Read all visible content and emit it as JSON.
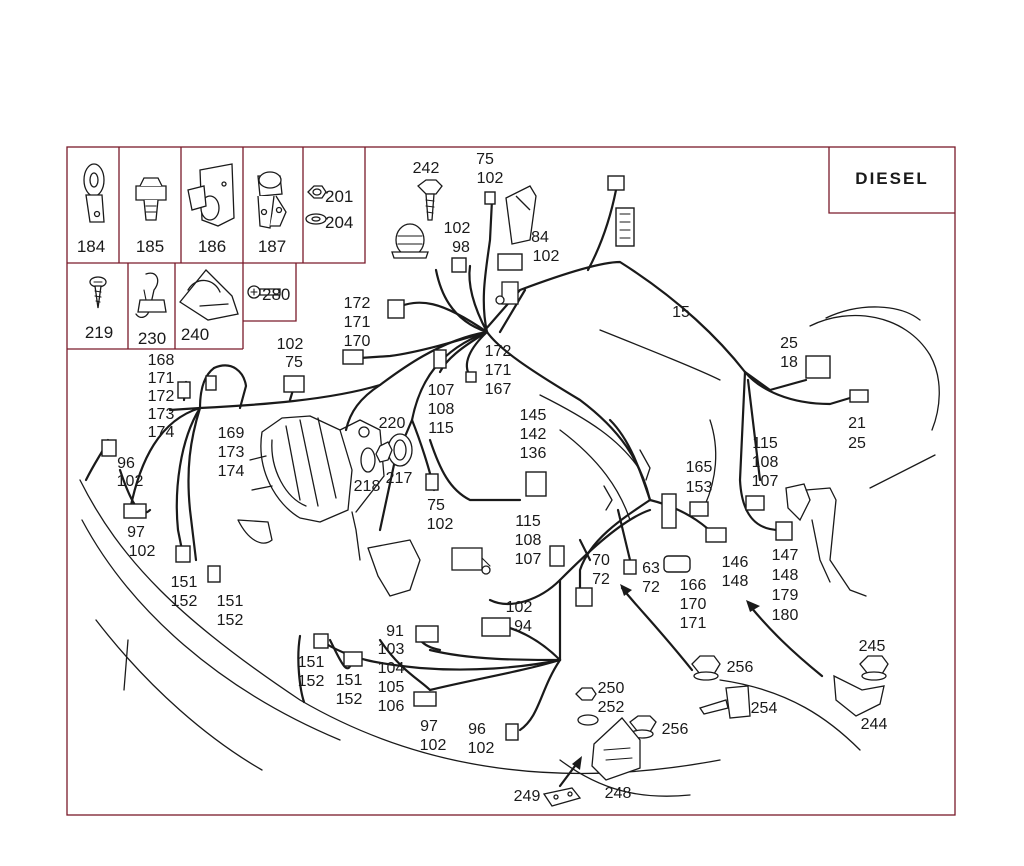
{
  "badge": {
    "text": "DIESEL"
  },
  "legend_top": [
    {
      "id": "184",
      "label": "184"
    },
    {
      "id": "185",
      "label": "185"
    },
    {
      "id": "186",
      "label": "186"
    },
    {
      "id": "187",
      "label": "187"
    },
    {
      "id": "201",
      "label": "201"
    },
    {
      "id": "204",
      "label": "204"
    }
  ],
  "legend_bottom": [
    {
      "id": "219",
      "label": "219"
    },
    {
      "id": "230",
      "label": "230"
    },
    {
      "id": "240",
      "label": "240"
    },
    {
      "id": "280",
      "label": "280"
    }
  ],
  "callouts": [
    {
      "id": "c242",
      "lines": [
        "242"
      ]
    },
    {
      "id": "c75-102-top",
      "lines": [
        "75",
        "102"
      ]
    },
    {
      "id": "c102-98",
      "lines": [
        "102",
        "98"
      ]
    },
    {
      "id": "c84-102",
      "lines": [
        "84",
        "102"
      ]
    },
    {
      "id": "c15",
      "lines": [
        "15"
      ]
    },
    {
      "id": "c172-171-170",
      "lines": [
        "172",
        "171",
        "170"
      ]
    },
    {
      "id": "c102-75-left",
      "lines": [
        "102",
        "75"
      ]
    },
    {
      "id": "c168-174",
      "lines": [
        "168",
        "171",
        "172",
        "173",
        "174"
      ]
    },
    {
      "id": "c172-171-167",
      "lines": [
        "172",
        "171",
        "167"
      ]
    },
    {
      "id": "c107-108-115-top",
      "lines": [
        "107",
        "108",
        "115"
      ]
    },
    {
      "id": "c25-18",
      "lines": [
        "25",
        "18"
      ]
    },
    {
      "id": "c21-25",
      "lines": [
        "21",
        "25"
      ]
    },
    {
      "id": "c220",
      "lines": [
        "220"
      ]
    },
    {
      "id": "c169-173-174",
      "lines": [
        "169",
        "173",
        "174"
      ]
    },
    {
      "id": "c96-102-left",
      "lines": [
        "96",
        "102"
      ]
    },
    {
      "id": "c145-142-136",
      "lines": [
        "145",
        "142",
        "136"
      ]
    },
    {
      "id": "c115-108-107-right",
      "lines": [
        "115",
        "108",
        "107"
      ]
    },
    {
      "id": "c217",
      "lines": [
        "217"
      ]
    },
    {
      "id": "c218",
      "lines": [
        "218"
      ]
    },
    {
      "id": "c165-153",
      "lines": [
        "165",
        "153"
      ]
    },
    {
      "id": "c75-102-mid",
      "lines": [
        "75",
        "102"
      ]
    },
    {
      "id": "c97-102-left",
      "lines": [
        "97",
        "102"
      ]
    },
    {
      "id": "c115-108-107-mid",
      "lines": [
        "115",
        "108",
        "107"
      ]
    },
    {
      "id": "c70-72",
      "lines": [
        "70",
        "72"
      ]
    },
    {
      "id": "c63-72",
      "lines": [
        "63",
        "72"
      ]
    },
    {
      "id": "c166-170-171",
      "lines": [
        "166",
        "170",
        "171"
      ]
    },
    {
      "id": "c146-148",
      "lines": [
        "146",
        "148"
      ]
    },
    {
      "id": "c147-180",
      "lines": [
        "147",
        "148",
        "179",
        "180"
      ]
    },
    {
      "id": "c151-152-a",
      "lines": [
        "151",
        "152"
      ]
    },
    {
      "id": "c151-152-b",
      "lines": [
        "151",
        "152"
      ]
    },
    {
      "id": "c102-94",
      "lines": [
        "102",
        "94"
      ]
    },
    {
      "id": "c91",
      "lines": [
        "91"
      ]
    },
    {
      "id": "c103-106",
      "lines": [
        "103",
        "104",
        "105",
        "106"
      ]
    },
    {
      "id": "c151-152-c",
      "lines": [
        "151",
        "152"
      ]
    },
    {
      "id": "c151-152-d",
      "lines": [
        "151",
        "152"
      ]
    },
    {
      "id": "c97-102-bottom",
      "lines": [
        "97",
        "102"
      ]
    },
    {
      "id": "c96-102-bottom",
      "lines": [
        "96",
        "102"
      ]
    },
    {
      "id": "c245",
      "lines": [
        "245"
      ]
    },
    {
      "id": "c256-a",
      "lines": [
        "256"
      ]
    },
    {
      "id": "c250-252",
      "lines": [
        "250",
        "252"
      ]
    },
    {
      "id": "c254",
      "lines": [
        "254"
      ]
    },
    {
      "id": "c256-b",
      "lines": [
        "256"
      ]
    },
    {
      "id": "c244",
      "lines": [
        "244"
      ]
    },
    {
      "id": "c249",
      "lines": [
        "249"
      ]
    },
    {
      "id": "c248",
      "lines": [
        "248"
      ]
    }
  ],
  "colors": {
    "frame": "#7a1a2a",
    "ink": "#1a1a1a",
    "paper": "#ffffff"
  }
}
